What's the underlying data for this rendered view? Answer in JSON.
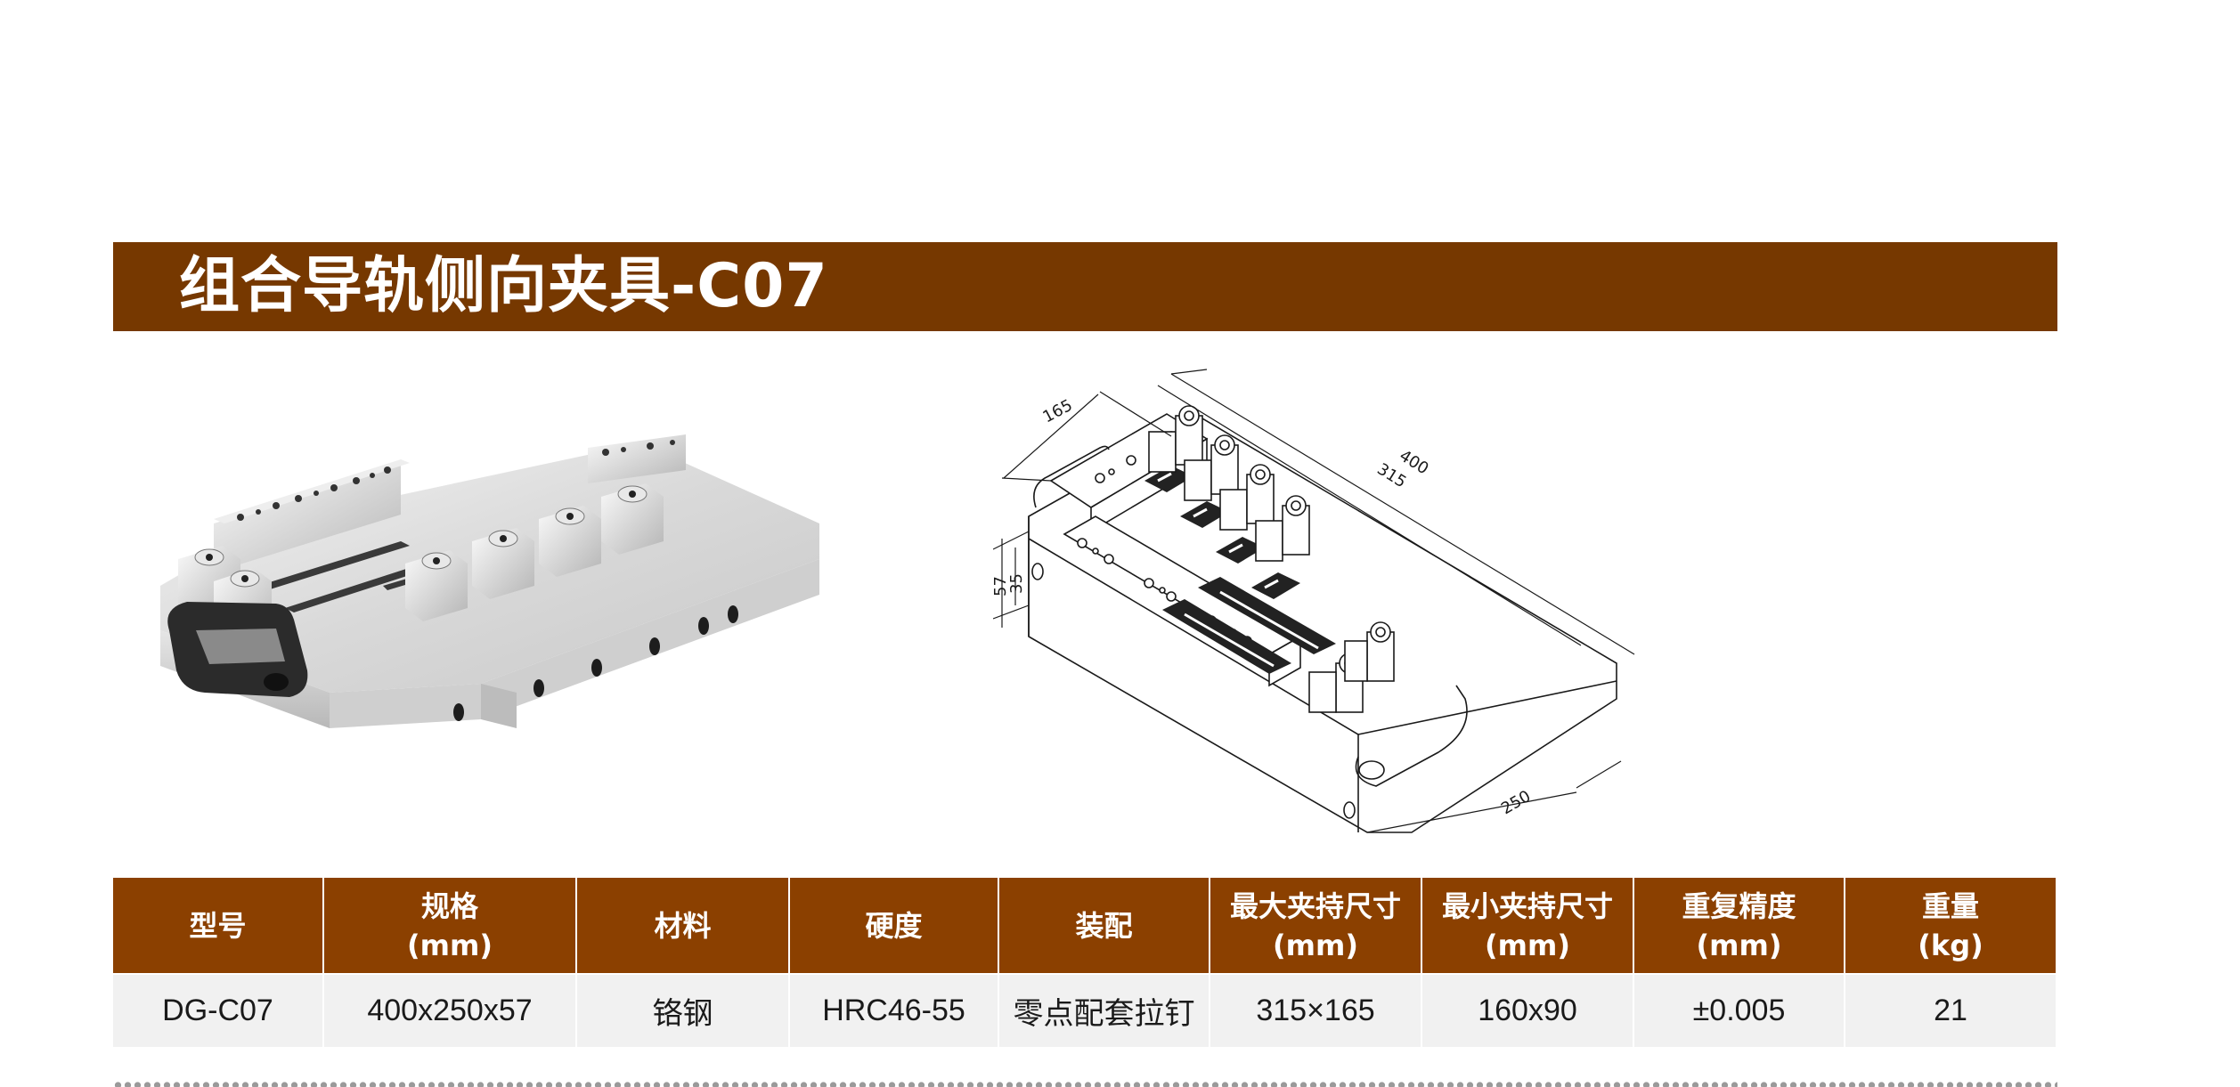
{
  "title": {
    "text": "组合导轨侧向夹具-C07",
    "background_color": "#763800"
  },
  "product_photo": {
    "alt": "组合导轨侧向夹具-C07 product render",
    "icon": "clamp-fixture-photo"
  },
  "tech_drawing": {
    "icon": "isometric-dimension-drawing",
    "dimensions": {
      "width_clamp": "165",
      "length": "400",
      "length_clamp": "315",
      "height_total": "57",
      "height_body": "35",
      "width": "250"
    }
  },
  "spec_table": {
    "header_color": "#8b4000",
    "row_color": "#f1f1f1",
    "headers": [
      {
        "label": "型号",
        "unit": ""
      },
      {
        "label": "规格",
        "unit": "(mm)"
      },
      {
        "label": "材料",
        "unit": ""
      },
      {
        "label": "硬度",
        "unit": ""
      },
      {
        "label": "装配",
        "unit": ""
      },
      {
        "label": "最大夹持尺寸",
        "unit": "(mm)"
      },
      {
        "label": "最小夹持尺寸",
        "unit": "(mm)"
      },
      {
        "label": "重复精度",
        "unit": "(mm)"
      },
      {
        "label": "重量",
        "unit": "(kg)"
      }
    ],
    "rows": [
      [
        "DG-C07",
        "400x250x57",
        "铬钢",
        "HRC46-55",
        "零点配套拉钉",
        "315×165",
        "160x90",
        "±0.005",
        "21"
      ]
    ]
  }
}
